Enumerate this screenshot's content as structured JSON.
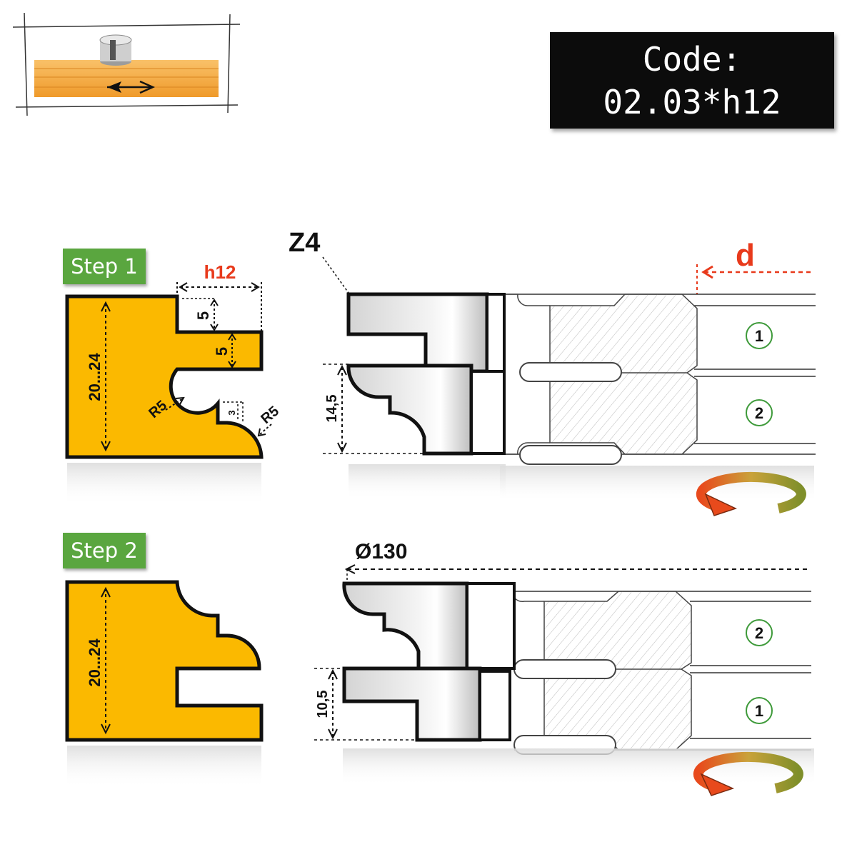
{
  "code": {
    "line1": "Code:",
    "line2": "02.03*h12"
  },
  "steps": [
    {
      "label": "Step 1"
    },
    {
      "label": "Step 2"
    }
  ],
  "step1_profile": {
    "height": "20...24",
    "h12": "h12",
    "groove_top": "5",
    "groove_gap": "5",
    "radius_left": "R5",
    "radius_right": "R5",
    "step": "3"
  },
  "step2_profile": {
    "height": "20...24"
  },
  "cutter": {
    "teeth": "Z4",
    "bore": "d",
    "diameter": "Ø130",
    "step1_height": "14,5",
    "step2_height": "10,5",
    "step1_top_marker": "1",
    "step1_bottom_marker": "2",
    "step2_top_marker": "2",
    "step2_bottom_marker": "1"
  },
  "colors": {
    "profile_fill": "#fbb900",
    "badge": "#5aa63f",
    "dimension_red": "#e83a1c",
    "marker_green": "#3e9a3a",
    "wood": "#f6a93a"
  },
  "icons": [
    "machining-diagram-icon",
    "rotation-arrow-icon"
  ]
}
